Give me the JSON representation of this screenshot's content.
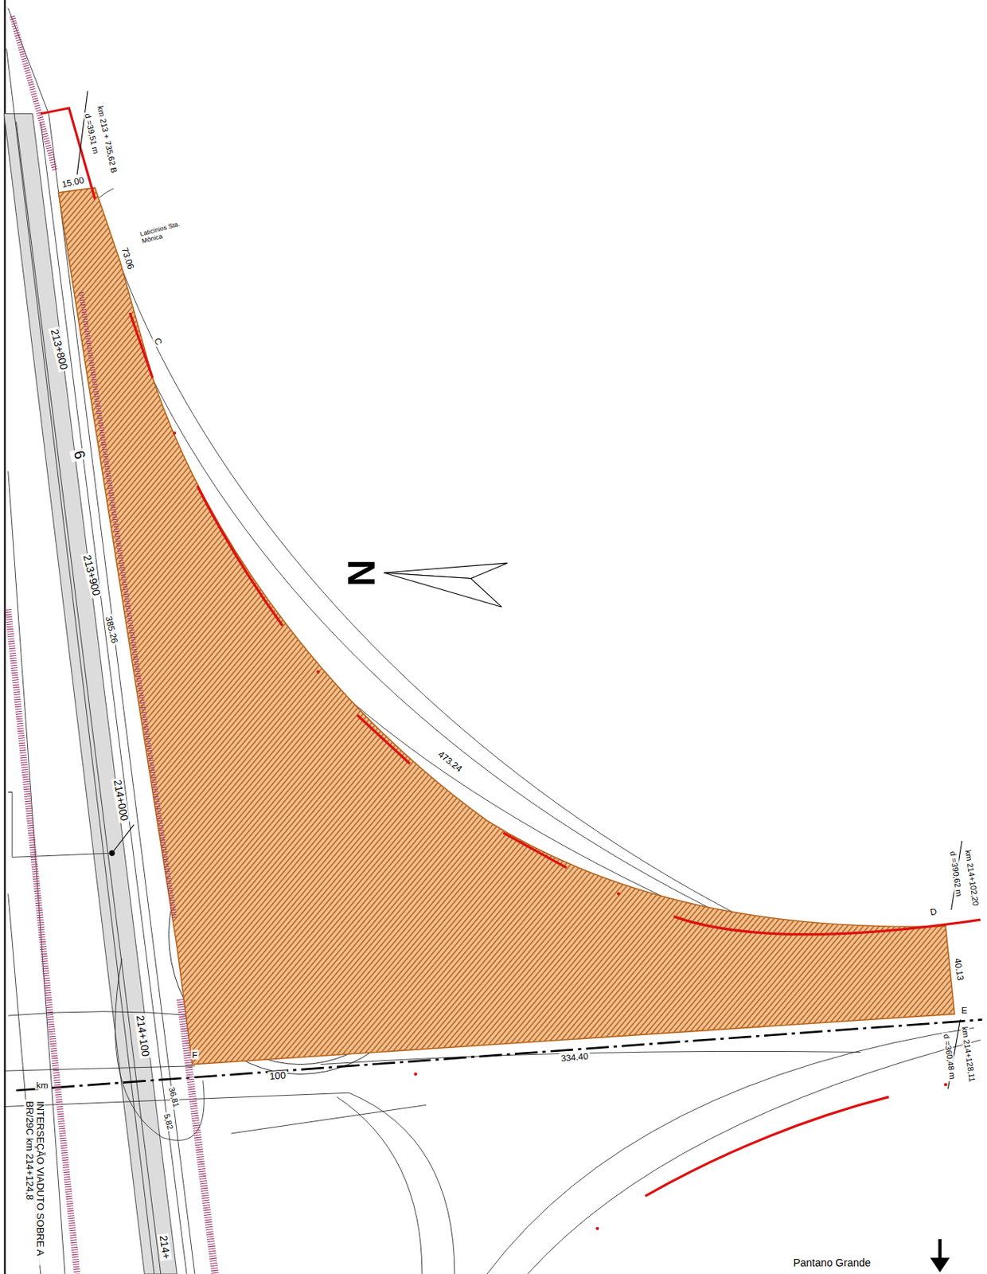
{
  "diagram": {
    "labels": [
      "km 213 + 735,62 B",
      "d =39,51 m",
      "15.00",
      "Laticínios Sta. Mônica",
      "73.06",
      "C",
      "213+800",
      "6",
      "213+900",
      "385.26",
      "214+000",
      "N",
      "473.24",
      "km 214+102,20",
      "d =390,62 m",
      "D",
      "40.13",
      "E",
      "km 214+128,11",
      "d =360,48 m",
      "334.40",
      "100",
      "km",
      "214+100",
      "F",
      "36,81",
      "5,82",
      "INTERSEÇÃO VIADUTO SOBRE A BR/29C km 214+124,8",
      "214+",
      "Pantano Grande"
    ]
  }
}
